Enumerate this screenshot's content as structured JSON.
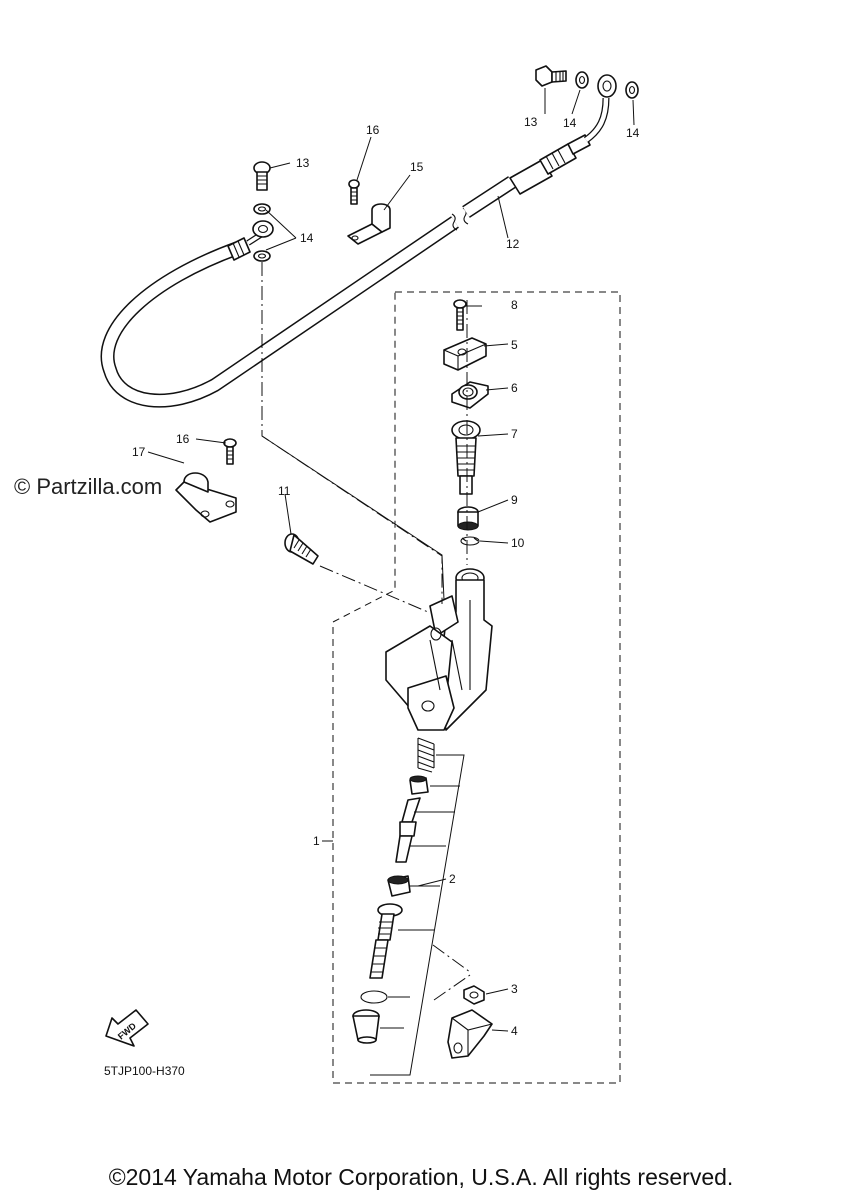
{
  "watermark": "© Partzilla.com",
  "diagram_code": "5TJP100-H370",
  "fwd_label": "FWD",
  "copyright": "©2014 Yamaha Motor Corporation, U.S.A. All rights reserved.",
  "callouts": {
    "c1": "1",
    "c2": "2",
    "c3": "3",
    "c4": "4",
    "c5": "5",
    "c6": "6",
    "c7": "7",
    "c8": "8",
    "c9": "9",
    "c10": "10",
    "c11": "11",
    "c12": "12",
    "c13a": "13",
    "c13b": "13",
    "c14a": "14",
    "c14b": "14",
    "c14c": "14",
    "c15": "15",
    "c16a": "16",
    "c16b": "16",
    "c17": "17"
  }
}
